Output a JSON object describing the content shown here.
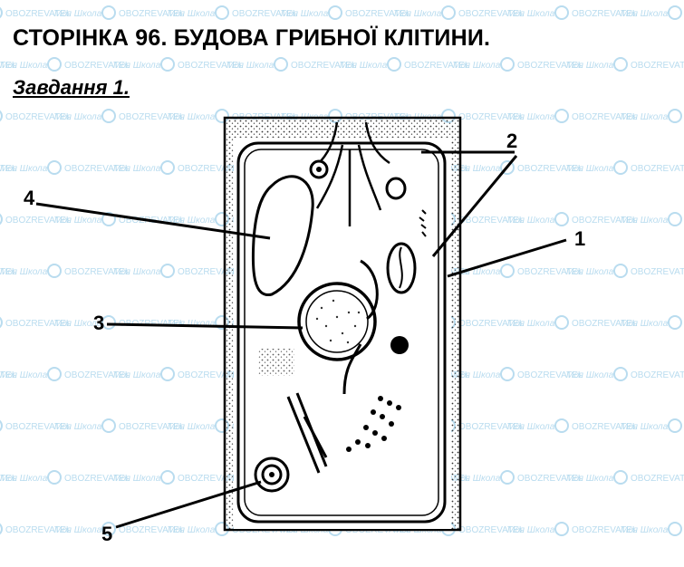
{
  "page": {
    "title": "СТОРІНКА 96. БУДОВА ГРИБНОЇ КЛІТИНИ.",
    "subtitle": "Завдання 1."
  },
  "diagram": {
    "labels": [
      {
        "id": "1",
        "text": "1"
      },
      {
        "id": "2",
        "text": "2"
      },
      {
        "id": "3",
        "text": "3"
      },
      {
        "id": "4",
        "text": "4"
      },
      {
        "id": "5",
        "text": "5"
      }
    ],
    "watermark": {
      "brand_a": "Моя Школа",
      "brand_b": "OBOZREVATEL",
      "color": "#b9dcef"
    }
  }
}
